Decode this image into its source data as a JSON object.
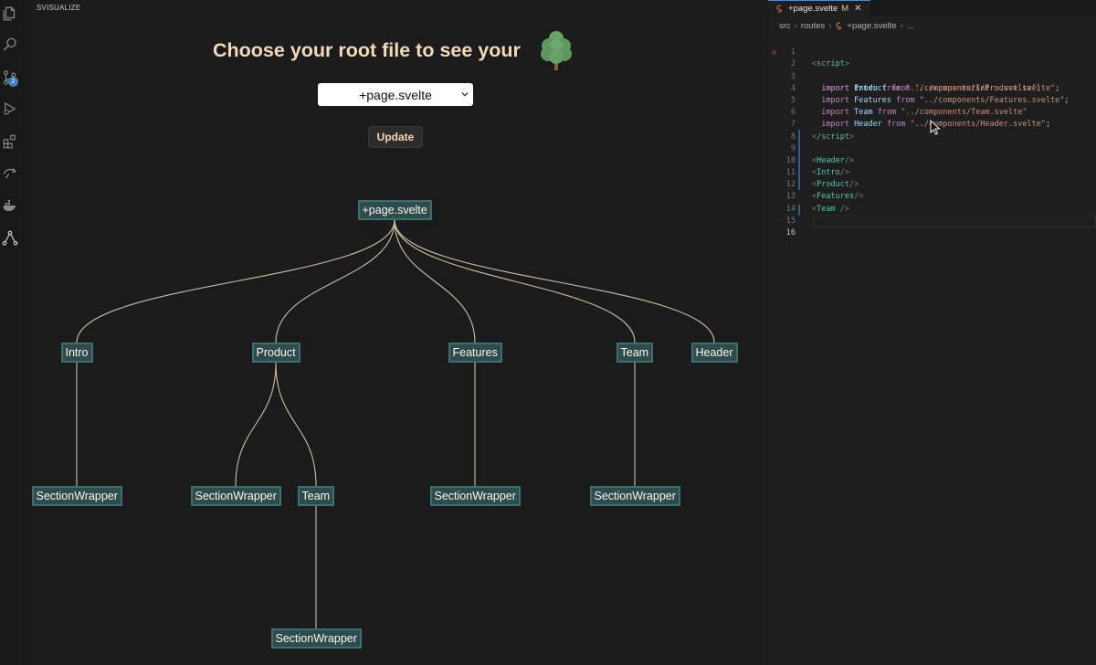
{
  "panel": {
    "label": "SVISUALIZE",
    "heading": "Choose your root file to see your",
    "select": {
      "value": "+page.svelte"
    },
    "update_label": "Update"
  },
  "activity_bar": {
    "icons": [
      "files-icon",
      "search-icon",
      "source-control-icon",
      "run-debug-icon",
      "extensions-icon",
      "remote-icon",
      "docker-icon",
      "svisualize-icon"
    ],
    "source_control_badge": "2"
  },
  "tree": {
    "nodes": [
      {
        "id": "root",
        "label": "+page.svelte",
        "parent": null
      },
      {
        "id": "intro",
        "label": "Intro",
        "parent": "root"
      },
      {
        "id": "product",
        "label": "Product",
        "parent": "root"
      },
      {
        "id": "features",
        "label": "Features",
        "parent": "root"
      },
      {
        "id": "team",
        "label": "Team",
        "parent": "root"
      },
      {
        "id": "header",
        "label": "Header",
        "parent": "root"
      },
      {
        "id": "intro_sw",
        "label": "SectionWrapper",
        "parent": "intro"
      },
      {
        "id": "product_sw",
        "label": "SectionWrapper",
        "parent": "product"
      },
      {
        "id": "product_team",
        "label": "Team",
        "parent": "product"
      },
      {
        "id": "features_sw",
        "label": "SectionWrapper",
        "parent": "features"
      },
      {
        "id": "team_sw",
        "label": "SectionWrapper",
        "parent": "team"
      },
      {
        "id": "product_team_sw",
        "label": "SectionWrapper",
        "parent": "product_team"
      }
    ],
    "colors": {
      "node_fill": "#2e4b4d",
      "node_border": "#3e6f70",
      "link": "#cdbf9f"
    }
  },
  "editor": {
    "tab": {
      "filename": "+page.svelte",
      "modified": "M"
    },
    "breadcrumb": [
      "src",
      "routes",
      "+page.svelte",
      "..."
    ],
    "lines": [
      {
        "n": "1"
      },
      {
        "n": "2"
      },
      {
        "n": "3"
      },
      {
        "n": "4"
      },
      {
        "n": "5"
      },
      {
        "n": "6"
      },
      {
        "n": "7"
      },
      {
        "n": "8"
      },
      {
        "n": "9"
      },
      {
        "n": "10"
      },
      {
        "n": "11"
      },
      {
        "n": "12"
      },
      {
        "n": "13"
      },
      {
        "n": "14"
      },
      {
        "n": "15"
      },
      {
        "n": "16"
      }
    ],
    "code": {
      "script_open": "script",
      "script_close": "/script",
      "imports": [
        {
          "kw": "import",
          "name": "Intro",
          "from": "from",
          "path": "\"../components/Intro.svelte\""
        },
        {
          "kw": "import",
          "name": "Product",
          "from": "from",
          "path": "\"../components/Product.svelte\""
        },
        {
          "kw": "import",
          "name": "Features",
          "from": "from",
          "path": "\"../components/Features.svelte\""
        },
        {
          "kw": "import",
          "name": "Team",
          "from": "from",
          "path": "\"../components/Team.svelte\""
        },
        {
          "kw": "import",
          "name": "Header",
          "from": "from",
          "path": "\"../components/Header.svelte\""
        }
      ],
      "components": [
        "Header",
        "Intro",
        "Product",
        "Features",
        "Team"
      ]
    }
  }
}
